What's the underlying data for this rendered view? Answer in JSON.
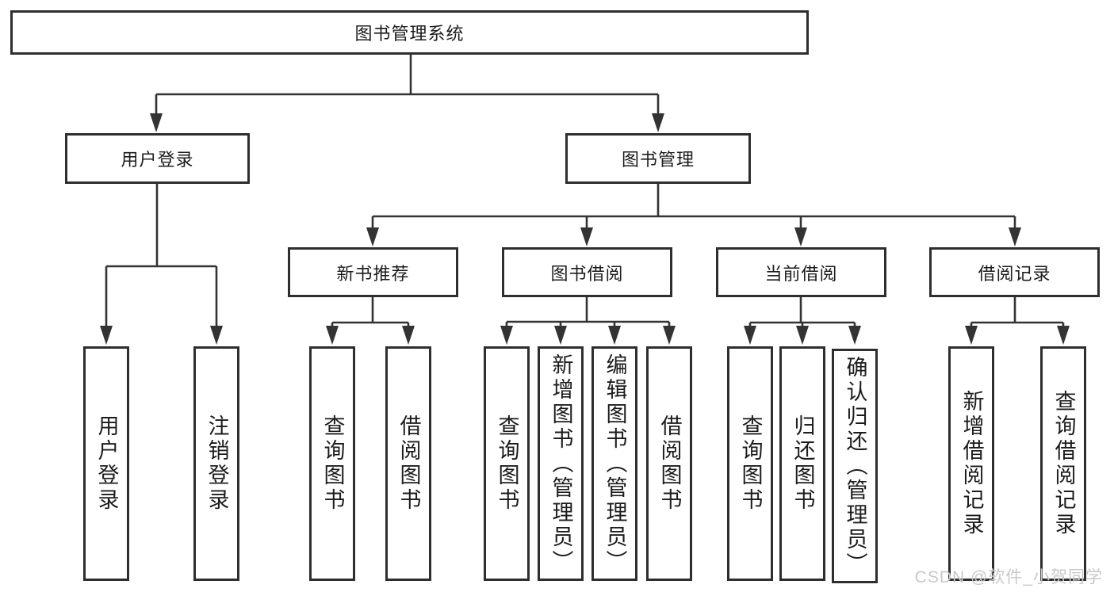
{
  "nodes": {
    "root": "图书管理系统",
    "user_login": "用户登录",
    "book_mgmt": "图书管理",
    "new_books": "新书推荐",
    "book_borrow": "图书借阅",
    "current_borrow": "当前借阅",
    "borrow_records": "借阅记录"
  },
  "leaves": {
    "login": [
      "用户登录",
      "注销登录"
    ],
    "new_books": [
      "查询图书",
      "借阅图书"
    ],
    "book_borrow": [
      "查询图书",
      "新增图书（管理员）",
      "编辑图书（管理员）",
      "借阅图书"
    ],
    "current_borrow": [
      "查询图书",
      "归还图书",
      "确认归还（管理员）"
    ],
    "borrow_records": [
      "新增借阅记录",
      "查询借阅记录"
    ]
  },
  "watermark": "CSDN @软件_小贺同学",
  "colors": {
    "line": "#333333",
    "box_border": "#2e2e2e",
    "text": "#1c1c1c",
    "watermark": "#c6c8cb",
    "background": "#ffffff"
  }
}
